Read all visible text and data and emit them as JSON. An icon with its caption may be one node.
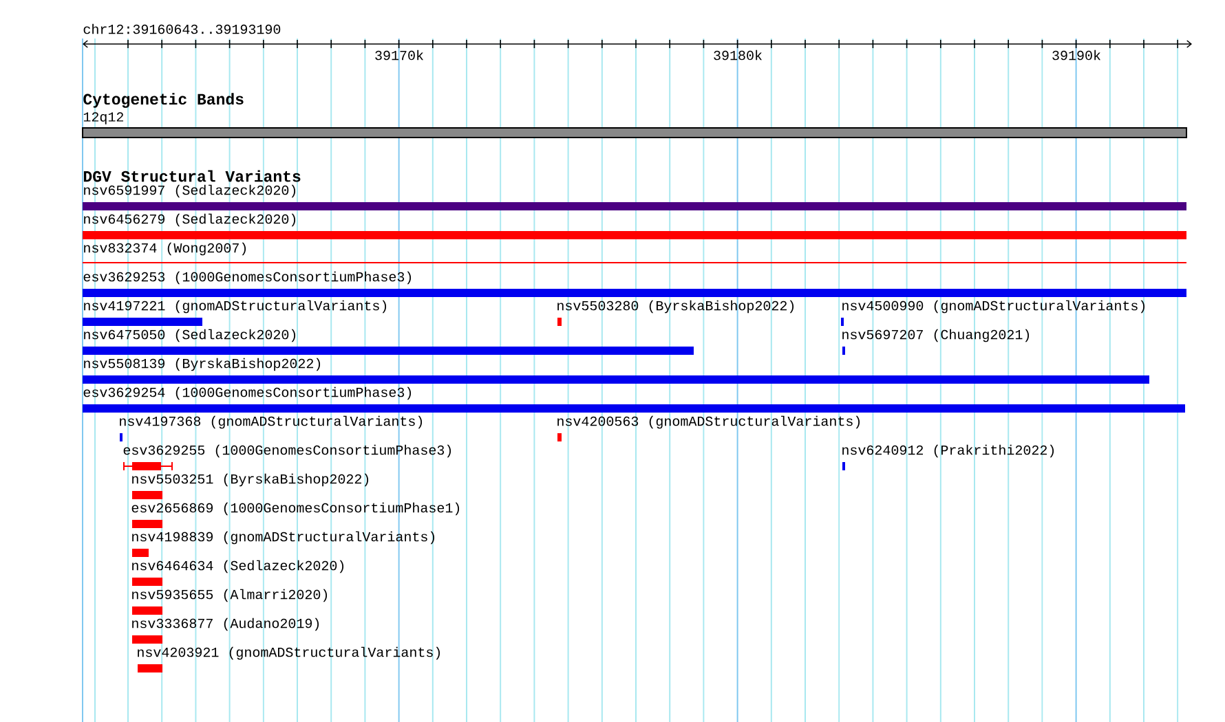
{
  "diagram": {
    "labels": [
      "chr12:39160643..39193190",
      "39170k",
      "39180k",
      "39190k",
      "Cytogenetic Bands",
      "12q12",
      "DGV Structural Variants",
      "nsv6591997 (Sedlazeck2020)",
      "nsv6456279 (Sedlazeck2020)",
      "nsv832374 (Wong2007)",
      "esv3629253 (1000GenomesConsortiumPhase3)",
      "nsv4197221 (gnomADStructuralVariants)",
      "nsv5503280 (ByrskaBishop2022)",
      "nsv4500990 (gnomADStructuralVariants)",
      "nsv6475050 (Sedlazeck2020)",
      "nsv5697207 (Chuang2021)",
      "nsv5508139 (ByrskaBishop2022)",
      "esv3629254 (1000GenomesConsortiumPhase3)",
      "nsv4197368 (gnomADStructuralVariants)",
      "nsv4200563 (gnomADStructuralVariants)",
      "esv3629255 (1000GenomesConsortiumPhase3)",
      "nsv6240912 (Prakrithi2022)",
      "nsv5503251 (ByrskaBishop2022)",
      "esv2656869 (1000GenomesConsortiumPhase1)",
      "nsv4198839 (gnomADStructuralVariants)",
      "nsv6464634 (Sedlazeck2020)",
      "nsv5935655 (Almarri2020)",
      "nsv3336877 (Audano2019)",
      "nsv4203921 (gnomADStructuralVariants)"
    ]
  }
}
